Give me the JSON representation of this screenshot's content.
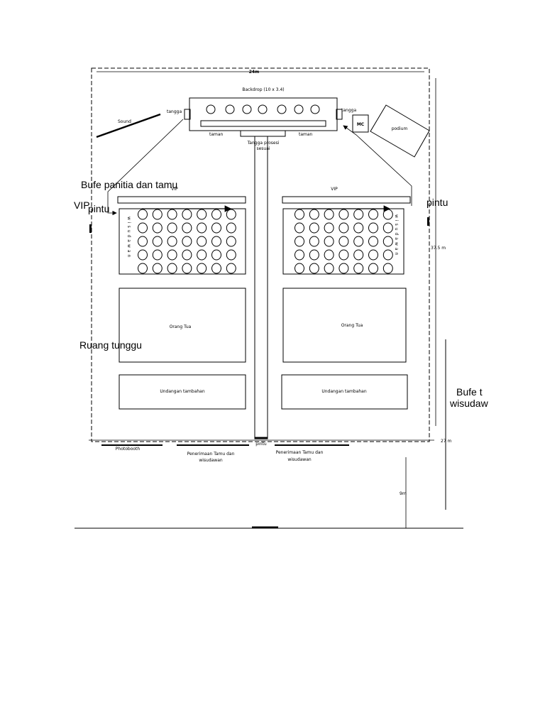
{
  "labels": {
    "width_24m": "24m",
    "backdrop": "Backdrop (10 x 3.4)",
    "tangga_left": "tangga",
    "tangga_right": "tangga",
    "sound": "Sound",
    "mc": "MC",
    "podium": "podium",
    "taman_left": "taman",
    "taman_right": "taman",
    "tangga_prosesi_line1": "Tangga prosesi",
    "tangga_prosesi_line2": "sesuai",
    "bufe_panitia": "Bufe panitia dan tamu",
    "vip_side": "VIP",
    "pintu_left": "pintu",
    "pintu_right": "pintu",
    "vip_left": "VIP",
    "vip_right": "VIP",
    "wisudawan_left": "wisudawan",
    "wisudawan_right": "wisudawan",
    "orang_tua_left": "Orang Tua",
    "orang_tua_right": "Orang Tua",
    "ruang_tunggu": "Ruang tunggu",
    "undangan_left": "Undangan tambahan",
    "undangan_right": "Undangan tambahan",
    "bufe_wisudawan_line1": "Bufe t",
    "bufe_wisudawan_line2": "wisudaw",
    "dim_375m": "37.5 m",
    "dim_27m": "27 m",
    "dim_9m": "9m",
    "pintu_bottom": "pintu",
    "photobooth": "Photobooth",
    "penerimaan_left_line1": "Penerimaan Tamu dan",
    "penerimaan_left_line2": "wisudawan",
    "penerimaan_right_line1": "Penerimaan Tamu dan",
    "penerimaan_right_line2": "wisudawan"
  },
  "seating": {
    "rows": 5,
    "cols": 7
  }
}
